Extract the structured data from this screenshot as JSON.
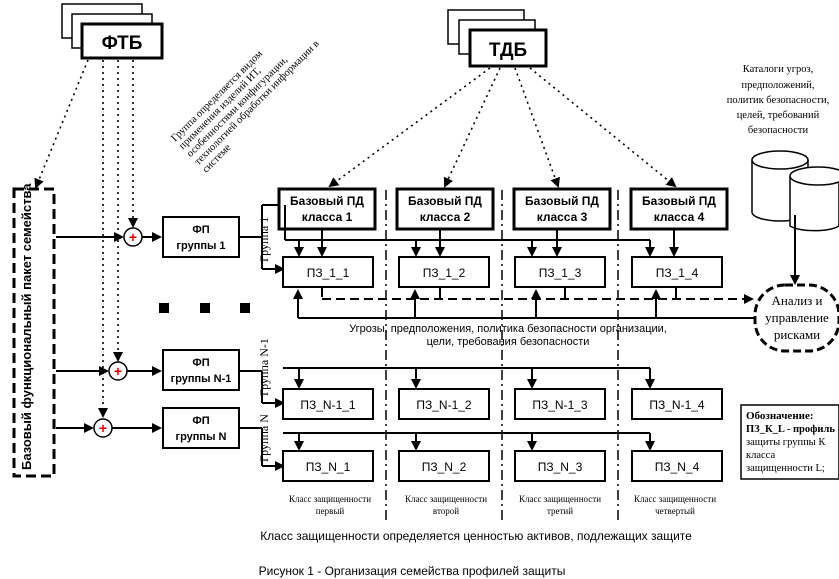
{
  "ftb": {
    "label": "ФТБ"
  },
  "tdb": {
    "label": "ТДБ"
  },
  "rotated_note": [
    "Группа определяется видом",
    "применения изделий ИТ,",
    "особенностями конфигурации,",
    "технологией обработки информации в",
    "системе"
  ],
  "catalog_note": [
    "Каталоги угроз,",
    "предположений,",
    "политик безопасности,",
    "целей, требований",
    "безопасности"
  ],
  "base_package": "Базовый функциональный пакет семейства",
  "fp_boxes": [
    {
      "line1": "ФП",
      "line2": "группы 1"
    },
    {
      "line1": "ФП",
      "line2": "группы N-1"
    },
    {
      "line1": "ФП",
      "line2": "группы N"
    }
  ],
  "group_labels": [
    "Группа 1",
    "Группа N-1",
    "Группа N"
  ],
  "base_pd": [
    {
      "line1": "Базовый ПД",
      "line2": "класса 1"
    },
    {
      "line1": "Базовый ПД",
      "line2": "класса 2"
    },
    {
      "line1": "Базовый ПД",
      "line2": "класса 3"
    },
    {
      "line1": "Базовый ПД",
      "line2": "класса 4"
    }
  ],
  "pz_rows": [
    [
      "ПЗ_1_1",
      "ПЗ_1_2",
      "ПЗ_1_3",
      "ПЗ_1_4"
    ],
    [
      "ПЗ_N-1_1",
      "ПЗ_N-1_2",
      "ПЗ_N-1_3",
      "ПЗ_N-1_4"
    ],
    [
      "ПЗ_N_1",
      "ПЗ_N_2",
      "ПЗ_N_3",
      "ПЗ_N_4"
    ]
  ],
  "risk": [
    "Анализ и",
    "управление",
    "рисками"
  ],
  "threats_note": [
    "Угрозы, предположения, политика безопасности организации,",
    "цели, требования  безопасности"
  ],
  "legend": {
    "title": "Обозначение:",
    "lines": [
      "ПЗ_К_L - профиль",
      "защиты группы К",
      "класса",
      "защищенности L;"
    ]
  },
  "class_labels": [
    {
      "line1": "Класс защищенности",
      "line2": "первый"
    },
    {
      "line1": "Класс защищенности",
      "line2": "второй"
    },
    {
      "line1": "Класс защищенности",
      "line2": "третий"
    },
    {
      "line1": "Класс защищенности",
      "line2": "четвертый"
    }
  ],
  "bottom_note": "Класс защищенности определяется ценностью активов, подлежащих защите",
  "caption": "Рисунок 1 - Организация семейства профилей защиты"
}
